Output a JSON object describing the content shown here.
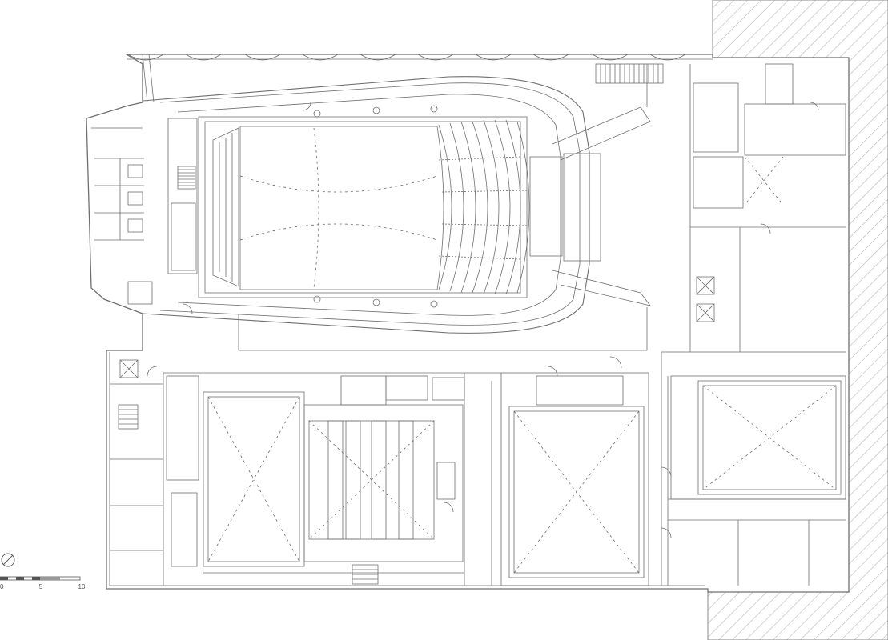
{
  "drawing": {
    "type": "architectural floor plan",
    "line_color": "#6f6f6f",
    "hatch_color": "#b5b5b5",
    "background": "#ffffff"
  },
  "scale_bar": {
    "ticks": [
      "0",
      "5",
      "10"
    ]
  },
  "icons": {
    "north": "north-arrow-icon",
    "stair": "stair-icon",
    "elevator": "elevator-icon",
    "door": "door-swing-icon",
    "seat": "seat-icon"
  }
}
